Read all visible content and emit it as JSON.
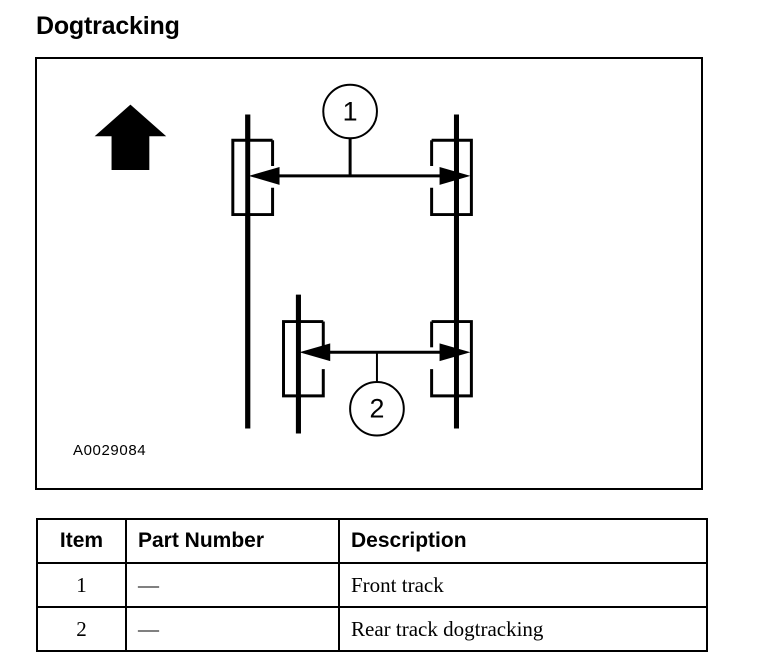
{
  "page": {
    "title": "Dogtracking"
  },
  "illustration": {
    "figure_id": "A0029084",
    "direction_arrow": {
      "icon": "up-arrow-icon",
      "meaning": "direction of forward travel"
    },
    "callouts": [
      {
        "number": "1",
        "axle": "front"
      },
      {
        "number": "2",
        "axle": "rear"
      }
    ]
  },
  "table": {
    "headers": {
      "item": "Item",
      "part_number": "Part Number",
      "description": "Description"
    },
    "rows": [
      {
        "item": "1",
        "part_number": "—",
        "description": "Front track"
      },
      {
        "item": "2",
        "part_number": "—",
        "description": "Rear track dogtracking"
      }
    ]
  },
  "colors": {
    "ink": "#000000",
    "paper": "#ffffff"
  }
}
